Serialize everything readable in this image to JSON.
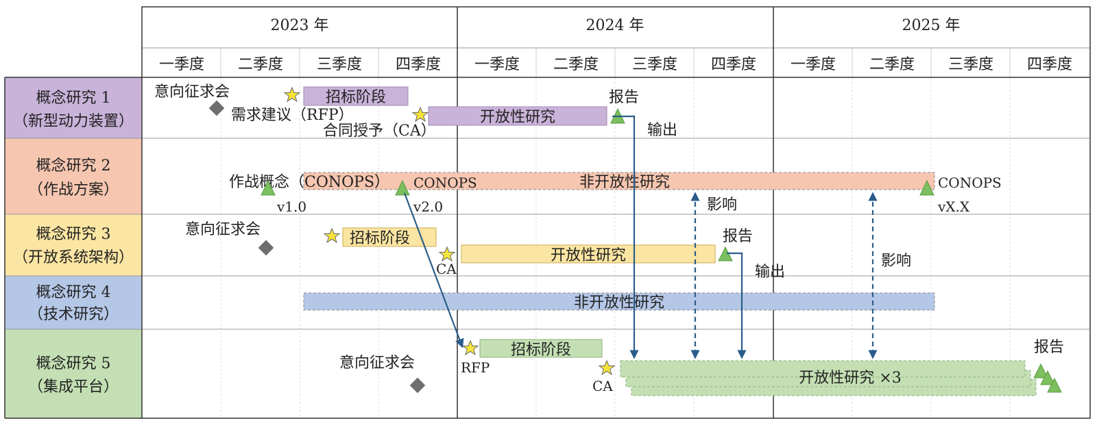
{
  "years": [
    "2023 年",
    "2024 年",
    "2025 年"
  ],
  "quarters": [
    "一季度",
    "二季度",
    "三季度",
    "四季度",
    "一季度",
    "二季度",
    "三季度",
    "四季度",
    "一季度",
    "二季度",
    "三季度",
    "四季度"
  ],
  "rows": [
    {
      "line1": "概念研究 1",
      "line2": "（新型动力装置）",
      "color": "#c9b3d9"
    },
    {
      "line1": "概念研究 2",
      "line2": "（作战方案）",
      "color": "#f6c6b0"
    },
    {
      "line1": "概念研究 3",
      "line2": "（开放系统架构）",
      "color": "#fbe5a2"
    },
    {
      "line1": "概念研究 4",
      "line2": "（技术研究）",
      "color": "#b5c7e7"
    },
    {
      "line1": "概念研究 5",
      "line2": "（集成平台）",
      "color": "#c3dfb3"
    }
  ],
  "bars": [
    {
      "label": "招标阶段",
      "color": "#c9b3d9"
    },
    {
      "label": "开放性研究",
      "color": "#c9b3d9"
    },
    {
      "label": "非开放性研究",
      "color": "#f6c6b0"
    },
    {
      "label": "招标阶段",
      "color": "#fbe5a2"
    },
    {
      "label": "开放性研究",
      "color": "#fbe5a2"
    },
    {
      "label": "非开放性研究",
      "color": "#b5c7e7"
    },
    {
      "label": "招标阶段",
      "color": "#c3dfb3"
    },
    {
      "label": "开放性研究 ×3",
      "color": "#c3dfb3"
    }
  ],
  "labels": {
    "r1_loi": "意向征求会",
    "r1_rfp": "需求建议（RFP）",
    "r1_ca": "合同授予（CA）",
    "r1_report": "报告",
    "r1_output": "输出",
    "r2_conops": "作战概念（CONOPS）",
    "r2_v1": "v1.0",
    "r2_conops2": "CONOPS",
    "r2_v2": "v2.0",
    "r2_conops3": "CONOPS",
    "r2_vx": "vX.X",
    "influence": "影响",
    "r3_loi": "意向征求会",
    "r3_report": "报告",
    "r3_ca": "CA",
    "r3_output": "输出",
    "r5_loi": "意向征求会",
    "r5_rfp": "RFP",
    "r5_ca": "CA",
    "r5_report": "报告"
  },
  "colors": {
    "grid": "#cfcfcf",
    "border": "#333333",
    "arrow": "#2a5c8a",
    "star": "#f7e43a",
    "triangle": "#7cbf5e",
    "diamond": "#6e6e6e"
  }
}
